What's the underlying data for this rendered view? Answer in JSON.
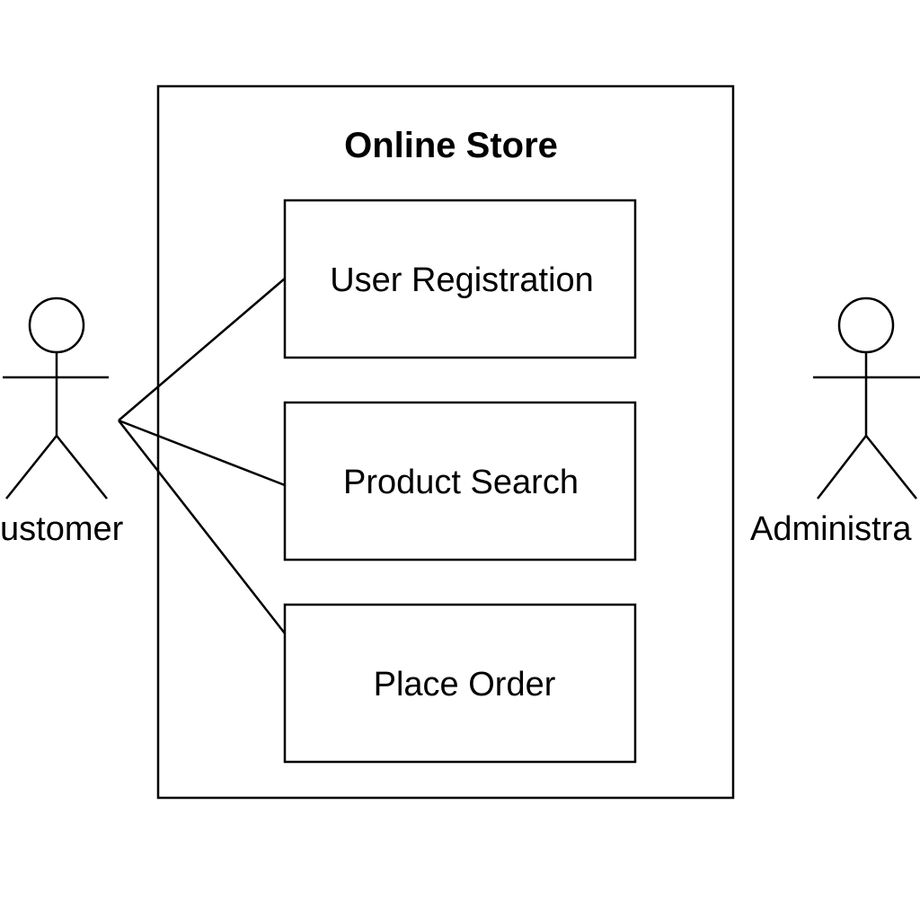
{
  "system": {
    "title": "Online Store"
  },
  "use_cases": [
    {
      "label": "User Registration"
    },
    {
      "label": "Product Search"
    },
    {
      "label": "Place Order"
    }
  ],
  "actors": {
    "customer": {
      "label": "ustomer"
    },
    "administrator": {
      "label": "Administra"
    }
  },
  "colors": {
    "stroke": "#000000",
    "background": "#ffffff"
  }
}
